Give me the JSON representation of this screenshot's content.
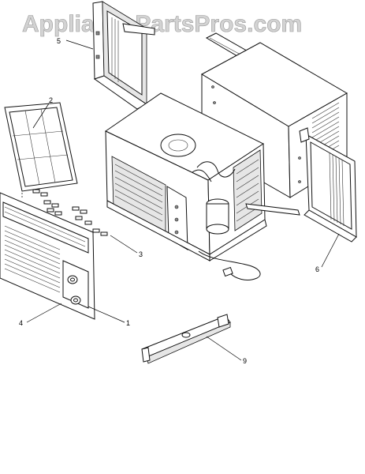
{
  "watermark": "AppliancePartsPros.com",
  "callouts": [
    {
      "id": "1",
      "label": "1"
    },
    {
      "id": "2",
      "label": "2"
    },
    {
      "id": "3",
      "label": "3"
    },
    {
      "id": "4",
      "label": "4"
    },
    {
      "id": "5",
      "label": "5"
    },
    {
      "id": "6",
      "label": "6"
    },
    {
      "id": "9",
      "label": "9"
    }
  ],
  "colors": {
    "line": "#111111",
    "watermark_fill": "#d3d3d3",
    "background": "#ffffff"
  }
}
